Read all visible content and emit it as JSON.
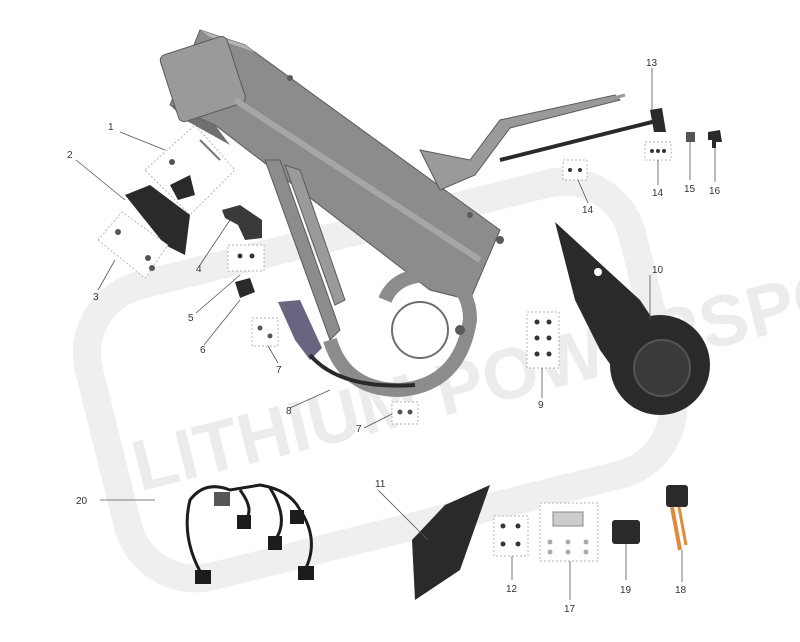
{
  "diagram": {
    "watermark": "LITHIUM POWERSPORTS",
    "colors": {
      "frame": "#8c8c8c",
      "frame_dark": "#5a5a5a",
      "frame_light": "#b4b4b4",
      "part_black": "#2a2a2a",
      "bracket_purple": "#6a6480",
      "wire_orange": "#e08a3a",
      "watermark": "#eeeeee"
    },
    "callouts": {
      "c1": "1",
      "c2": "2",
      "c3": "3",
      "c4": "4",
      "c5": "5",
      "c6": "6",
      "c7a": "7",
      "c7b": "7",
      "c8": "8",
      "c9": "9",
      "c10": "10",
      "c11": "11",
      "c12": "12",
      "c13": "13",
      "c14a": "14",
      "c14b": "14",
      "c15": "15",
      "c16": "16",
      "c17": "17",
      "c18": "18",
      "c19": "19",
      "c20": "20"
    }
  }
}
